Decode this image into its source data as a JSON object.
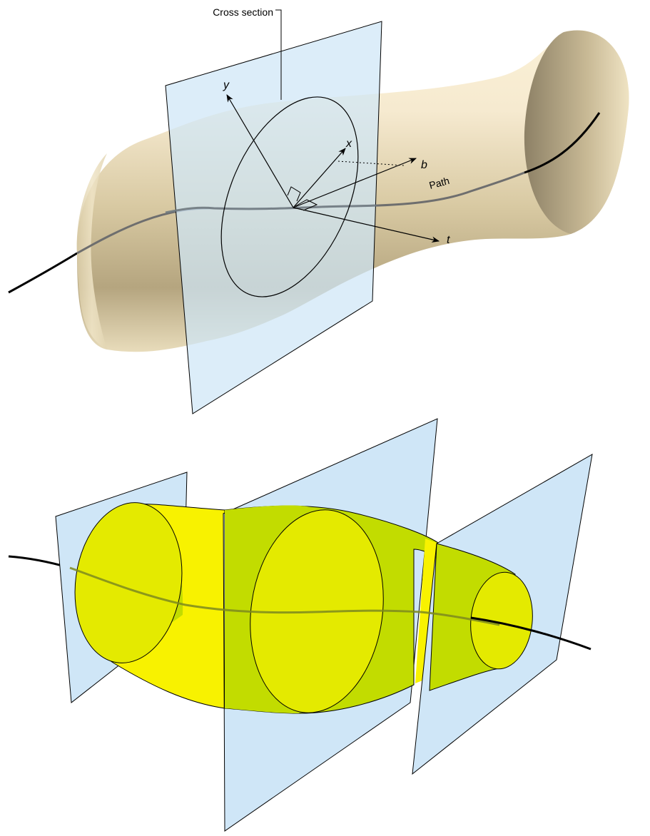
{
  "top_figure": {
    "cross_section_label": "Cross section",
    "path_label": "Path",
    "axis_labels": {
      "y": "y",
      "x": "x",
      "b": "b",
      "t": "t"
    }
  },
  "colors": {
    "plane_fill": "#cfe6f7",
    "tube_cream": "#efe3c2",
    "tube_shadow": "#8a7e63",
    "yellow_bright": "#f8f200",
    "yellow_face": "#e4ea00",
    "yellow_green": "#c2dc00",
    "path_stroke": "#000000"
  }
}
